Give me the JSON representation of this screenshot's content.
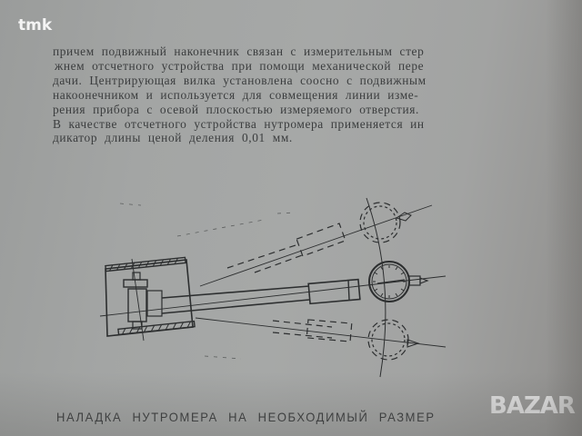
{
  "watermarks": {
    "top_left": "tmk",
    "bottom_right": "BAZAR"
  },
  "document": {
    "paragraph_lines": [
      "причем подвижный наконечник связан с измерительным стер",
      "жнем отсчетного устройства при помощи механической пере",
      "дачи. Центрирующая вилка установлена соосно с подвижным",
      "накоонечником и используется для совмещения линии изме-",
      "рения прибора с осевой плоскостью измеряемого отверстия.",
      "В качестве отсчетного устройства нутромера применяется ин",
      "дикатор длины ценой деления 0,01 мм."
    ],
    "figure": {
      "description": "Bore gauge setup: ring/bore section with centering fork, gauge rod with dial indicator shown in three positions (upper and lower dashed, middle solid)",
      "indicator_positions": [
        "upper-dashed",
        "center-solid",
        "lower-dashed"
      ]
    },
    "caption": "НАЛАДКА НУТРОМЕРА НА НЕОБХОДИМЫЙ РАЗМЕР"
  },
  "colors": {
    "paper": "#a4a6a5",
    "ink": "#3b3d3e",
    "watermark": "#f4f4f4"
  }
}
